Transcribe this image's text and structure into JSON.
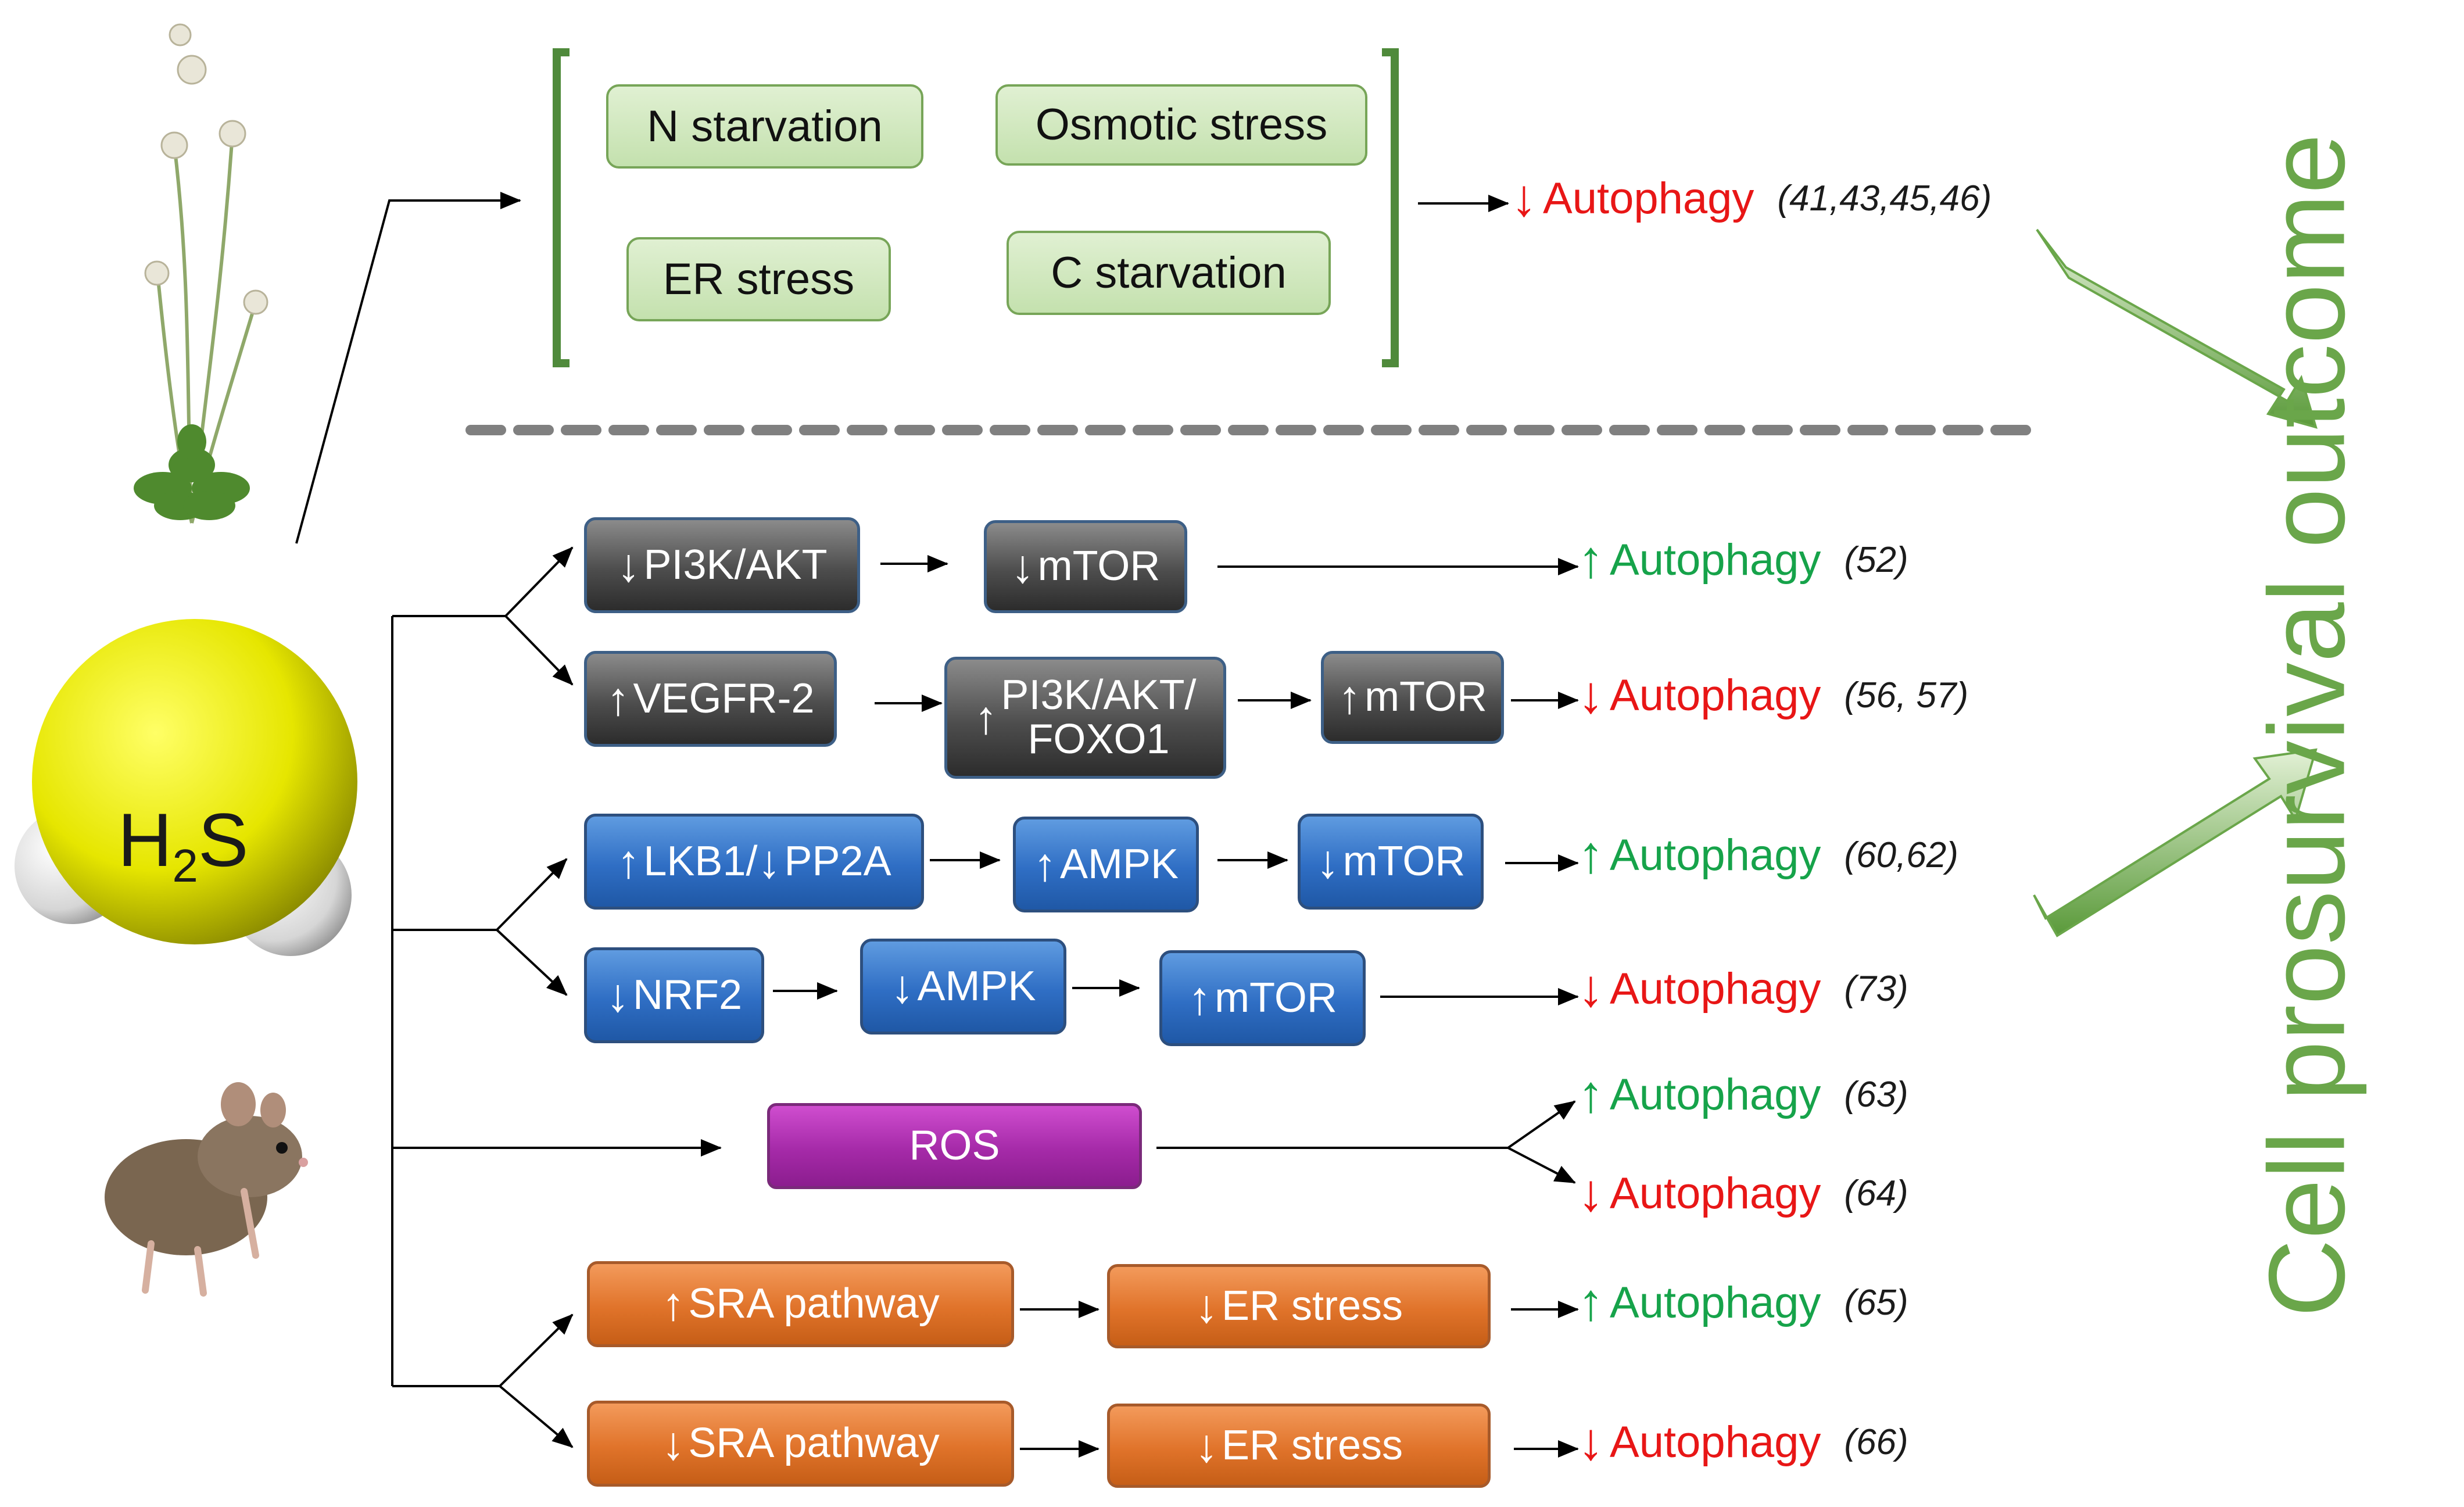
{
  "organisms": [
    {
      "name": "plant-illustration"
    },
    {
      "name": "mouse-illustration"
    }
  ],
  "molecule": {
    "symbol_main": "H",
    "symbol_sub": "2",
    "symbol_end": "S"
  },
  "plant_section": {
    "stressors": [
      "N starvation",
      "Osmotic stress",
      "ER stress",
      "C starvation"
    ],
    "outcome": {
      "direction": "down",
      "label": "Autophagy",
      "refs": "(41,43,45,46)"
    }
  },
  "animal_section": {
    "pathways": [
      {
        "nodes": [
          {
            "dir": "down",
            "label": "PI3K/AKT"
          },
          {
            "dir": "down",
            "label": "mTOR"
          }
        ],
        "outcome": {
          "direction": "up",
          "label": "Autophagy",
          "refs": "(52)"
        }
      },
      {
        "nodes": [
          {
            "dir": "up",
            "label": "VEGFR-2"
          },
          {
            "dir": "up",
            "label": "PI3K/AKT/",
            "label2": "FOXO1"
          },
          {
            "dir": "up",
            "label": "mTOR"
          }
        ],
        "outcome": {
          "direction": "down",
          "label": "Autophagy",
          "refs": "(56, 57)"
        }
      },
      {
        "nodes": [
          {
            "dir": "up",
            "label": "LKB1/",
            "dir2": "down",
            "label_b": "PP2A"
          },
          {
            "dir": "up",
            "label": "AMPK"
          },
          {
            "dir": "down",
            "label": "mTOR"
          }
        ],
        "outcome": {
          "direction": "up",
          "label": "Autophagy",
          "refs": "(60,62)"
        }
      },
      {
        "nodes": [
          {
            "dir": "down",
            "label": "NRF2"
          },
          {
            "dir": "down",
            "label": "AMPK"
          },
          {
            "dir": "up",
            "label": "mTOR"
          }
        ],
        "outcome": {
          "direction": "down",
          "label": "Autophagy",
          "refs": "(73)"
        }
      },
      {
        "nodes": [
          {
            "dir": "none",
            "label": "ROS"
          }
        ],
        "outcomes": [
          {
            "direction": "up",
            "label": "Autophagy",
            "refs": "(63)"
          },
          {
            "direction": "down",
            "label": "Autophagy",
            "refs": "(64)"
          }
        ]
      },
      {
        "nodes": [
          {
            "dir": "up",
            "label": "SRA pathway"
          },
          {
            "dir": "down",
            "label": "ER stress"
          }
        ],
        "outcome": {
          "direction": "up",
          "label": "Autophagy",
          "refs": "(65)"
        }
      },
      {
        "nodes": [
          {
            "dir": "down",
            "label": "SRA pathway"
          },
          {
            "dir": "down",
            "label": "ER stress"
          }
        ],
        "outcome": {
          "direction": "down",
          "label": "Autophagy",
          "refs": "(66)"
        }
      }
    ]
  },
  "final_outcome": "Cell prosurvival outcome",
  "colors": {
    "up": "#16a34a",
    "down": "#e81616",
    "bracket": "#4f8a3b",
    "side_text": "#6aa64a",
    "big_arrow_dark": "#5a9a3a",
    "big_arrow_light": "#e3f1d6",
    "dashed_line": "#808080",
    "h2s_sulfur": "#e6e600",
    "h2s_hydrogen": "#e8e8e8"
  },
  "symbols": {
    "up_arrow": "↑",
    "down_arrow": "↓"
  }
}
